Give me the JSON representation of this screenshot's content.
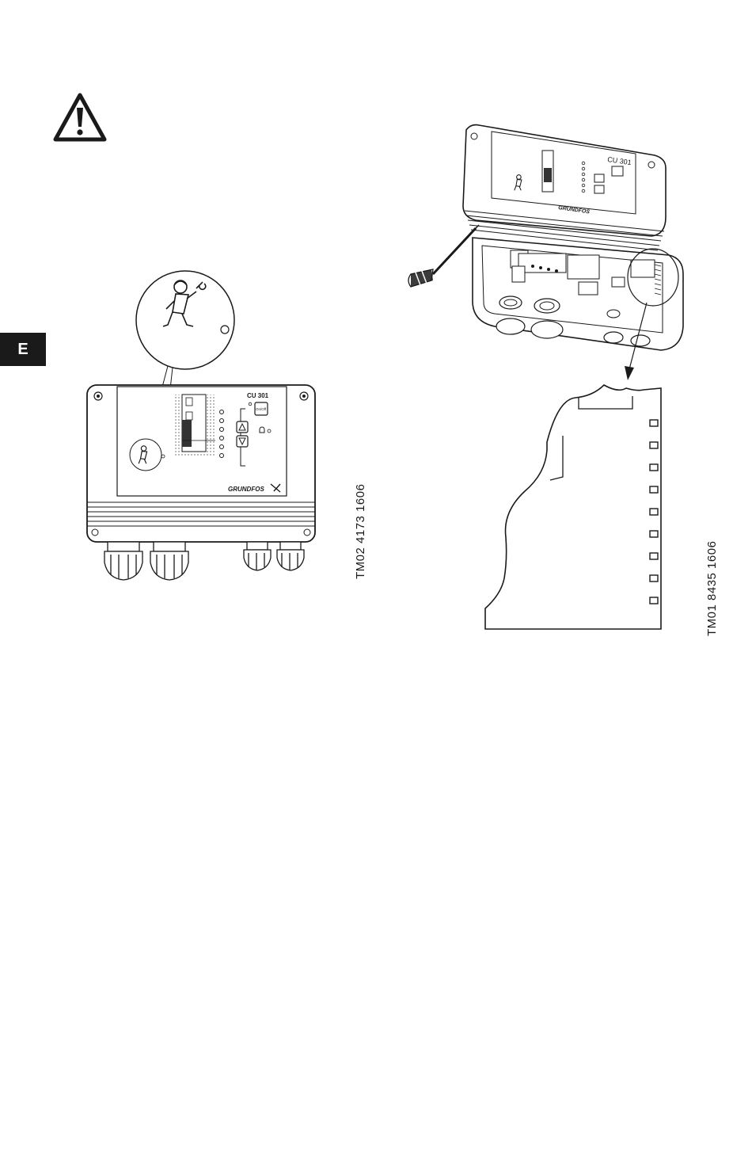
{
  "page": {
    "language_tab": "E"
  },
  "figure_left": {
    "device_model": "CU 301",
    "brand": "GRUNDFOS",
    "on_off_label": "On/Off",
    "code": "TM02 4173 1606"
  },
  "figure_right": {
    "device_model": "CU 301",
    "brand": "GRUNDFOS",
    "code": "TM01 8435 1606"
  },
  "icons": [
    "warning-triangle-icon",
    "service-man-icon",
    "screwdriver-icon",
    "up-arrow-button-icon",
    "down-arrow-button-icon"
  ]
}
